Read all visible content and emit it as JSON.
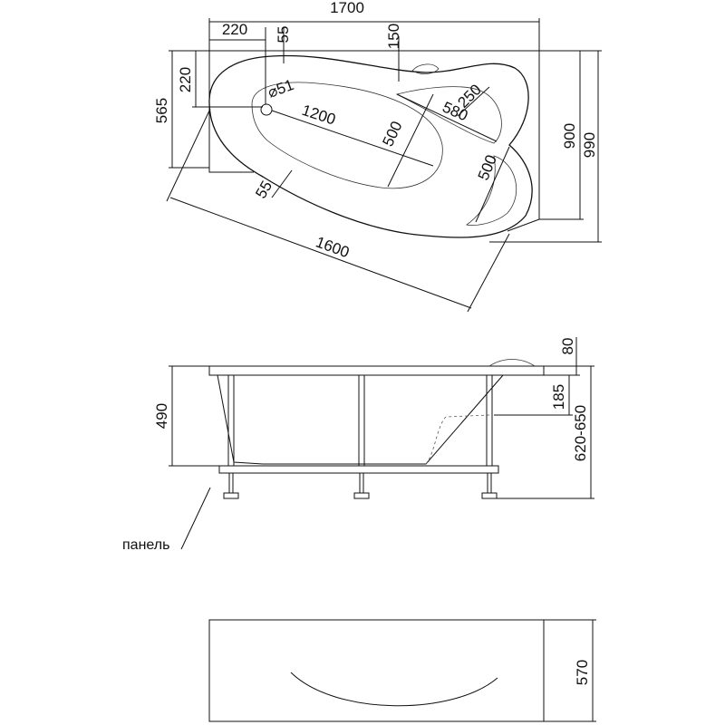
{
  "top_view": {
    "dims": {
      "total_length": "1700",
      "left_offset": "220",
      "drain_offset": "55",
      "headrest_offset": "150",
      "top_left_vertical": "220",
      "left_height": "565",
      "drain_diameter": "⌀51",
      "inner_length": "1200",
      "inner_width": "500",
      "seat_diagonal": "580",
      "seat_radius": "250",
      "seat_width": "500",
      "right_height": "900",
      "total_width": "990",
      "rim_offset": "55",
      "diagonal_length": "1600"
    }
  },
  "side_view": {
    "dims": {
      "rim_thickness": "80",
      "tub_height": "490",
      "leg_adjust": "185",
      "total_height": "620-650"
    },
    "panel_label": "панель"
  },
  "panel_view": {
    "dims": {
      "panel_height": "570"
    }
  }
}
